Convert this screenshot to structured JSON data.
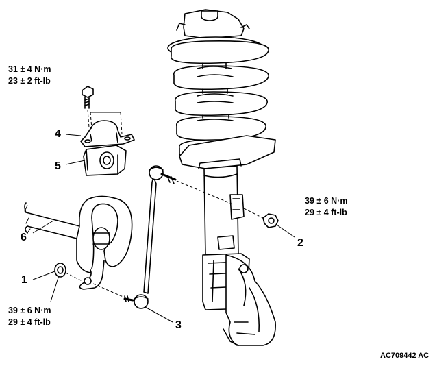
{
  "torques": {
    "top_bolt": {
      "metric": "31 ± 4 N·m",
      "imperial": "23 ± 2 ft-lb"
    },
    "strut_nut": {
      "metric": "39 ± 6 N·m",
      "imperial": "29 ± 4 ft-lb"
    },
    "bar_nut": {
      "metric": "39 ± 6 N·m",
      "imperial": "29 ± 4 ft-lb"
    }
  },
  "callouts": [
    "1",
    "2",
    "3",
    "4",
    "5",
    "6"
  ],
  "figure_code": "AC709442 AC"
}
